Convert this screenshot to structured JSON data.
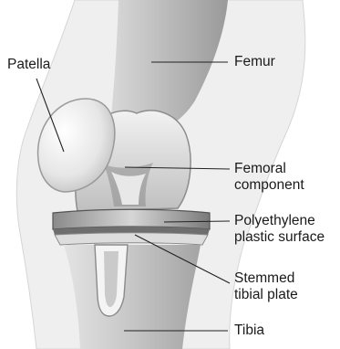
{
  "labels": {
    "patella": "Patella",
    "femur": "Femur",
    "femoral_component": [
      "Femoral",
      "component"
    ],
    "polyethylene": [
      "Polyethylene",
      "plastic surface"
    ],
    "stemmed_tibial_plate": [
      "Stemmed",
      "tibial plate"
    ],
    "tibia": "Tibia"
  }
}
